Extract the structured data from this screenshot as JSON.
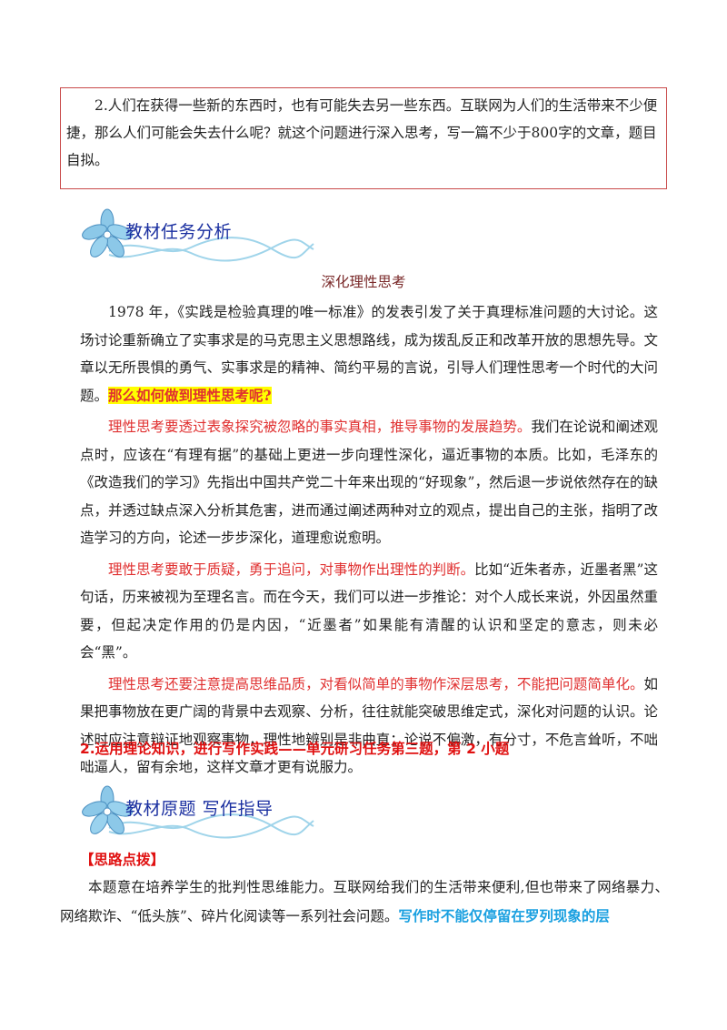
{
  "question": {
    "text": "2.人们在获得一些新的东西时，也有可能失去另一些东西。互联网为人们的生活带来不少便捷，那么人们可能会失去什么呢？就这个问题进行深入思考，写一篇不少于800字的文章，题目自拟。"
  },
  "section1": {
    "title": "教材任务分析",
    "icon": "flower-icon"
  },
  "subtitle": "深化理性思考",
  "para1": {
    "text": "1978 年，《实践是检验真理的唯一标准》的发表引发了关于真理标准问题的大讨论。这场讨论重新确立了实事求是的马克思主义思想路线，成为拨乱反正和改革开放的思想先导。文章以无所畏惧的勇气、实事求是的精神、简约平易的言说，引导人们理性思考一个时代的大问题。",
    "highlight": "那么如何做到理性思考呢?"
  },
  "para2": {
    "red": "理性思考要透过表象探究被忽略的事实真相，推导事物的发展趋势。",
    "text": "我们在论说和阐述观点时，应该在“有理有据”的基础上更进一步向理性深化，逼近事物的本质。比如，毛泽东的《改造我们的学习》先指出中国共产党二十年来出现的“好现象”，然后退一步说依然存在的缺点，并透过缺点深入分析其危害，进而通过阐述两种对立的观点，提出自己的主张，指明了改造学习的方向，论述一步步深化，道理愈说愈明。"
  },
  "para3": {
    "red": "理性思考要敢于质疑，勇于追问，对事物作出理性的判断。",
    "text": "比如“近朱者赤，近墨者黑”这句话，历来被视为至理名言。而在今天，我们可以进一步推论：对个人成长来说，外因虽然重要，但起决定作用的仍是内因，“近墨者”如果能有清醒的认识和坚定的意志，则未必会“黑”。"
  },
  "para4": {
    "red": "理性思考还要注意提高思维品质，对看似简单的事物作深层思考，不能把问题简单化。",
    "text": "如果把事物放在更广阔的背景中去观察、分析，往往就能突破思维定式，深化对问题的认识。论述时应注意辩证地观察事物，理性地辨别是非曲直；论说不偏激，有分寸，不危言耸听，不咄咄逼人，留有余地，这样文章才更有说服力。"
  },
  "task_line": "2.运用理论知识，进行写作实践——单元研习任务第三题，第 2 小题",
  "section2": {
    "title": "教材原题 写作指导",
    "icon": "flower-icon"
  },
  "tips": {
    "label": "【思路点拨】",
    "text": "本题意在培养学生的批判性思维能力。互联网给我们的生活带来便利,但也带来了网络暴力、网络欺诈、“低头族”、碎片化阅读等一系列社会问题。",
    "blue": "写作时不能仅停留在罗列现象的层"
  }
}
